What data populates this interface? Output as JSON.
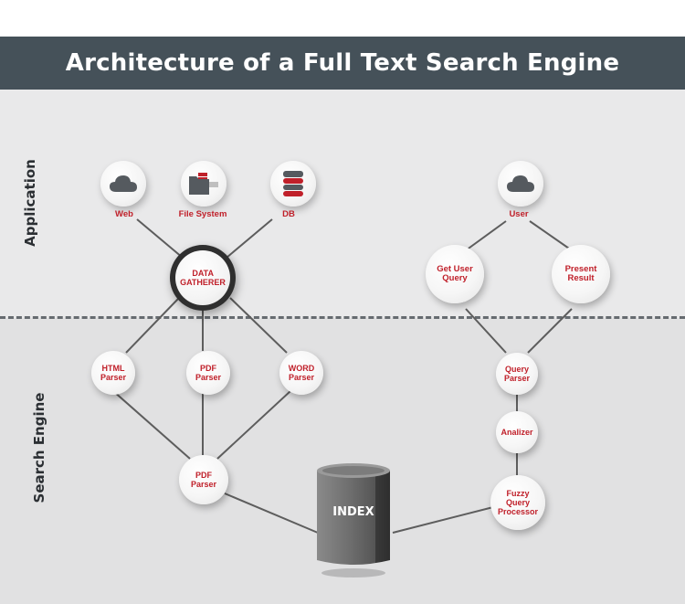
{
  "title": "Architecture of a Full Text Search Engine",
  "sections": {
    "application": "Application",
    "search_engine": "Search Engine"
  },
  "sources": {
    "web": "Web",
    "file_system": "File System",
    "db": "DB",
    "user": "User"
  },
  "nodes": {
    "data_gatherer_line1": "DATA",
    "data_gatherer_line2": "GATHERER",
    "get_user_query_line1": "Get User",
    "get_user_query_line2": "Query",
    "present_result_line1": "Present",
    "present_result_line2": "Result",
    "html_parser_line1": "HTML",
    "html_parser_line2": "Parser",
    "pdf_parser_line1": "PDF",
    "pdf_parser_line2": "Parser",
    "word_parser_line1": "WORD",
    "word_parser_line2": "Parser",
    "pdf_parser2_line1": "PDF",
    "pdf_parser2_line2": "Parser",
    "query_parser_line1": "Query",
    "query_parser_line2": "Parser",
    "analizer": "Analizer",
    "fuzzy_line1": "Fuzzy Query",
    "fuzzy_line2": "Processor",
    "index": "INDEX"
  },
  "colors": {
    "accent": "#c0202a",
    "title_bar": "#455159",
    "icon_gray": "#555a5f"
  },
  "icons": [
    "cloud-icon",
    "folder-icon",
    "database-icon",
    "cloud-icon"
  ]
}
